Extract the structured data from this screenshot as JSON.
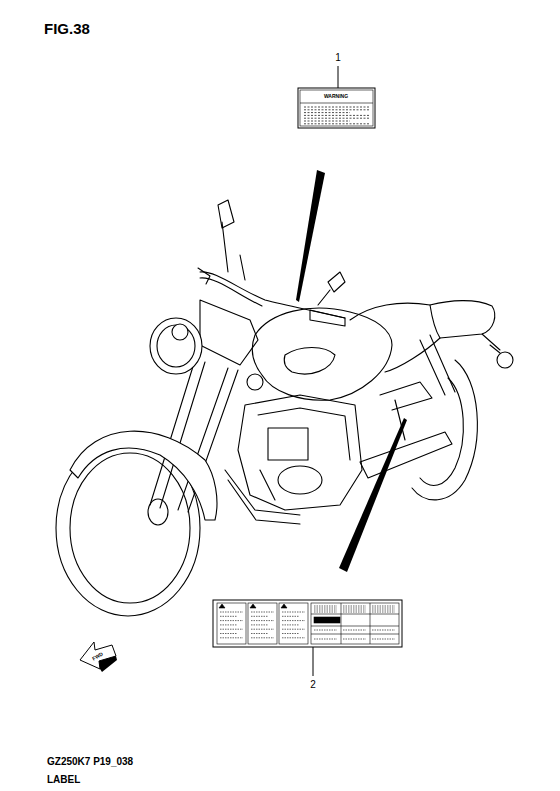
{
  "diagram": {
    "title": "FIG.38",
    "labels": [
      "1",
      "WARNING",
      "2",
      "FWD",
      "GZ250K7 P19_038",
      "LABEL"
    ]
  }
}
